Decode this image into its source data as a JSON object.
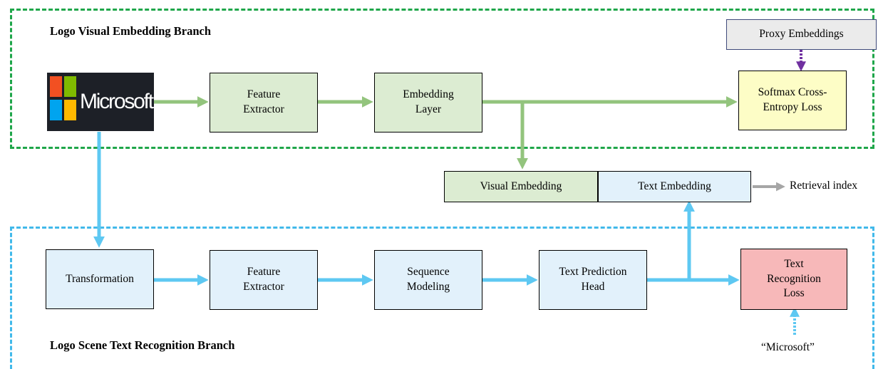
{
  "branches": {
    "visual": "Logo Visual Embedding Branch",
    "text": "Logo Scene Text Recognition Branch"
  },
  "logo": {
    "word": "Microsoft",
    "tile_colors": [
      "#f25022",
      "#7fba00",
      "#00a4ef",
      "#ffb900"
    ]
  },
  "nodes": {
    "proxy": "Proxy Embeddings",
    "feature_extractor_visual": "Feature\nExtractor",
    "embedding_layer": "Embedding\nLayer",
    "softmax_loss": "Softmax Cross-\nEntropy Loss",
    "visual_embedding": "Visual Embedding",
    "text_embedding": "Text Embedding",
    "retrieval_index": "Retrieval index",
    "transformation": "Transformation",
    "feature_extractor_text": "Feature\nExtractor",
    "sequence_modeling": "Sequence\nModeling",
    "text_prediction_head": "Text Prediction\nHead",
    "text_recognition_loss": "Text\nRecognition\nLoss",
    "ground_truth": "“Microsoft”"
  },
  "colors": {
    "green_border": "#1fa64a",
    "blue_border": "#41b9ea",
    "green_arrow": "#93c47d",
    "blue_arrow": "#5ec8f2",
    "gray_arrow": "#a6a6a6",
    "purple_arrow": "#7030a0"
  }
}
